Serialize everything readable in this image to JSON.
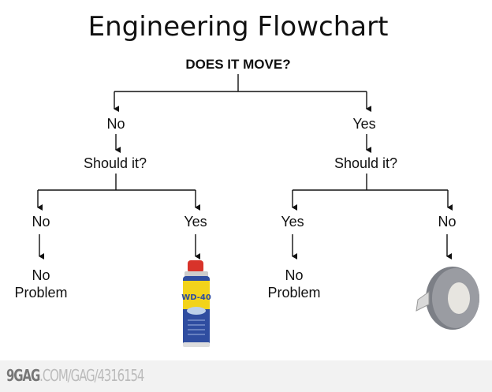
{
  "title": "Engineering Flowchart",
  "question": "DOES IT MOVE?",
  "left_branch": {
    "answer": "No",
    "follow_up": "Should it?",
    "outcomes": [
      {
        "answer": "No",
        "result_line1": "No",
        "result_line2": "Problem"
      },
      {
        "answer": "Yes",
        "result_image": "wd40-can-icon",
        "image_label": "WD-40"
      }
    ]
  },
  "right_branch": {
    "answer": "Yes",
    "follow_up": "Should it?",
    "outcomes": [
      {
        "answer": "Yes",
        "result_line1": "No",
        "result_line2": "Problem"
      },
      {
        "answer": "No",
        "result_image": "duct-tape-icon"
      }
    ]
  },
  "footer": {
    "brand": "9GAG",
    "path": ".COM/GAG/4316154"
  }
}
